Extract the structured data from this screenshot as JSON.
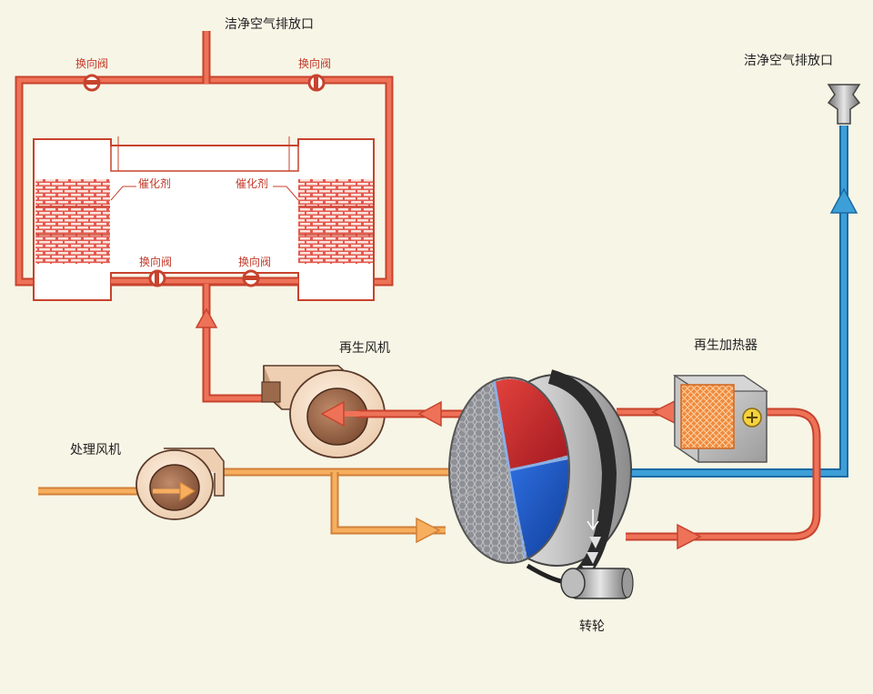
{
  "labels": {
    "clean_air_outlet_top": "洁净空气排放口",
    "clean_air_outlet_right": "洁净空气排放口",
    "valve_top_left": "换向阀",
    "valve_top_right": "换向阀",
    "valve_bottom_left": "换向阀",
    "valve_bottom_right": "换向阀",
    "catalyst_left": "催化剂",
    "catalyst_right": "催化剂",
    "regen_fan": "再生风机",
    "regen_heater": "再生加热器",
    "process_fan": "处理风机",
    "rotor": "转轮"
  },
  "colors": {
    "background": "#f7f5e6",
    "hot_pipe": "#ee7258",
    "hot_pipe_edge": "#c7432d",
    "process_pipe": "#f7ae5e",
    "process_pipe_edge": "#cf8038",
    "clean_pipe": "#3d9fd8",
    "clean_pipe_edge": "#1c6aa3",
    "label_red": "#c23a2a",
    "rotor_red": "#c8242c",
    "rotor_blue": "#1c55b8"
  }
}
